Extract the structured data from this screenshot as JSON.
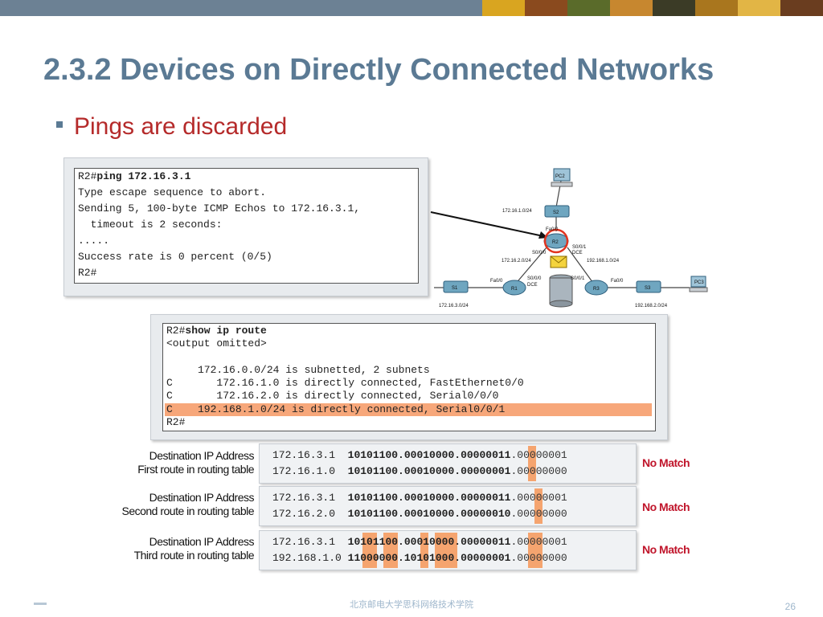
{
  "slide": {
    "title": "2.3.2 Devices on Directly Connected Networks",
    "bullet": "Pings are discarded",
    "footer": "北京邮电大学思科网络技术学院",
    "page_number": "26"
  },
  "ping_console": {
    "lines": [
      {
        "prompt": "R2#",
        "cmd": "ping 172.16.3.1"
      },
      {
        "text": "Type escape sequence to abort."
      },
      {
        "text": "Sending 5, 100-byte ICMP Echos to 172.16.3.1,"
      },
      {
        "text": "  timeout is 2 seconds:"
      },
      {
        "text": "....."
      },
      {
        "text": "Success rate is 0 percent (0/5)"
      },
      {
        "text": "R2#"
      }
    ]
  },
  "route_console": {
    "lines": [
      {
        "prompt": "R2#",
        "cmd": "show ip route"
      },
      {
        "text": "<output omitted>"
      },
      {
        "text": ""
      },
      {
        "text": "     172.16.0.0/24 is subnetted, 2 subnets"
      },
      {
        "text": "C       172.16.1.0 is directly connected, FastEthernet0/0"
      },
      {
        "text": "C       172.16.2.0 is directly connected, Serial0/0/0"
      },
      {
        "text": "C    192.168.1.0/24 is directly connected, Serial0/0/1"
      },
      {
        "text": "R2#"
      }
    ]
  },
  "topology": {
    "labels": {
      "pc2": "PC2",
      "s2": "S2",
      "r2": "R2",
      "net_r2_lan": "172.16.1.0/24",
      "fa00_r2": "Fa0/0",
      "s001_r2": "S0/0/1",
      "dce_r2": "DCE",
      "s000_r2": "S0/0/0",
      "net_r1_r2": "172.16.2.0/24",
      "net_r2_r3": "192.168.1.0/24",
      "fa00_r1": "Fa0/0",
      "s000_r1": "S0/0/0",
      "dce_r1": "DCE",
      "s001_r3": "S0/0/1",
      "fa00_r3": "Fa0/0",
      "s1": "S1",
      "r1": "R1",
      "r3": "R3",
      "s3": "S3",
      "pc3": "PC3",
      "net_r1_lan": "172.16.3.0/24",
      "net_r3_lan": "192.168.2.0/24"
    }
  },
  "comparisons": [
    {
      "label1": "Destination IP Address",
      "label2": "First route in routing table",
      "row1": {
        "ip": "172.16.3.1 ",
        "bits": "10101100.00010000.00000011",
        "host": ".00000001"
      },
      "row2": {
        "ip": "172.16.1.0 ",
        "bits": "10101100.00010000.00000001",
        "host": ".00000000"
      },
      "result": "No Match"
    },
    {
      "label1": "Destination IP Address",
      "label2": "Second route in routing table",
      "row1": {
        "ip": "172.16.3.1 ",
        "bits": "10101100.00010000.00000011",
        "host": ".00000001"
      },
      "row2": {
        "ip": "172.16.2.0 ",
        "bits": "10101100.00010000.00000010",
        "host": ".00000000"
      },
      "result": "No Match"
    },
    {
      "label1": "Destination IP Address",
      "label2": "Third route in routing table",
      "row1": {
        "ip": "172.16.3.1 ",
        "bits": "10101100.00010000.00000011",
        "host": ".00000001"
      },
      "row2": {
        "ip": "192.168.1.0",
        "bits": "11000000.10101000.00000001",
        "host": ".00000000"
      },
      "result": "No Match"
    }
  ],
  "colors": {
    "title": "#5b7a94",
    "bullet_text": "#b52a2a",
    "highlight": "#f5a46f",
    "no_match": "#c0152b",
    "top_bar": "#6c8194"
  }
}
